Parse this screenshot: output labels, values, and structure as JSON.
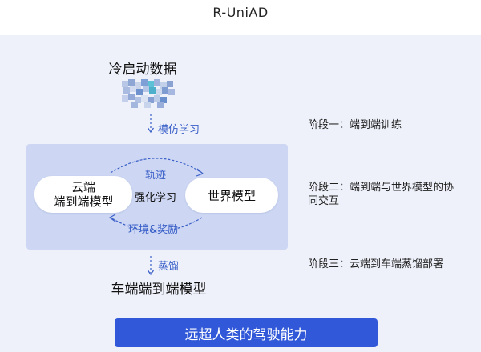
{
  "title": "R-UniAD",
  "cold_start": "冷启动数据",
  "imitation_label": "模仿学习",
  "cloud_model_line1": "云端",
  "cloud_model_line2": "端到端模型",
  "rl_label": "强化学习",
  "world_model": "世界模型",
  "trajectory_label": "轨迹",
  "env_reward_label": "环境&奖励",
  "distill_label": "蒸馏",
  "vehicle_model": "车端端到端模型",
  "stages": [
    "阶段一：端到端训练",
    "阶段二：端到端与世界模型的协同交互",
    "阶段三：云端到车端蒸馏部署"
  ],
  "cta": "远超人类的驾驶能力",
  "colors": {
    "panel": "#eef1fa",
    "inner_box": "#cdd7f3",
    "accent": "#3a5fc8",
    "cta": "#3158d8"
  },
  "icons": [
    "pixelated-data-icon",
    "arrow-down-icon",
    "curved-arrow-icon"
  ]
}
